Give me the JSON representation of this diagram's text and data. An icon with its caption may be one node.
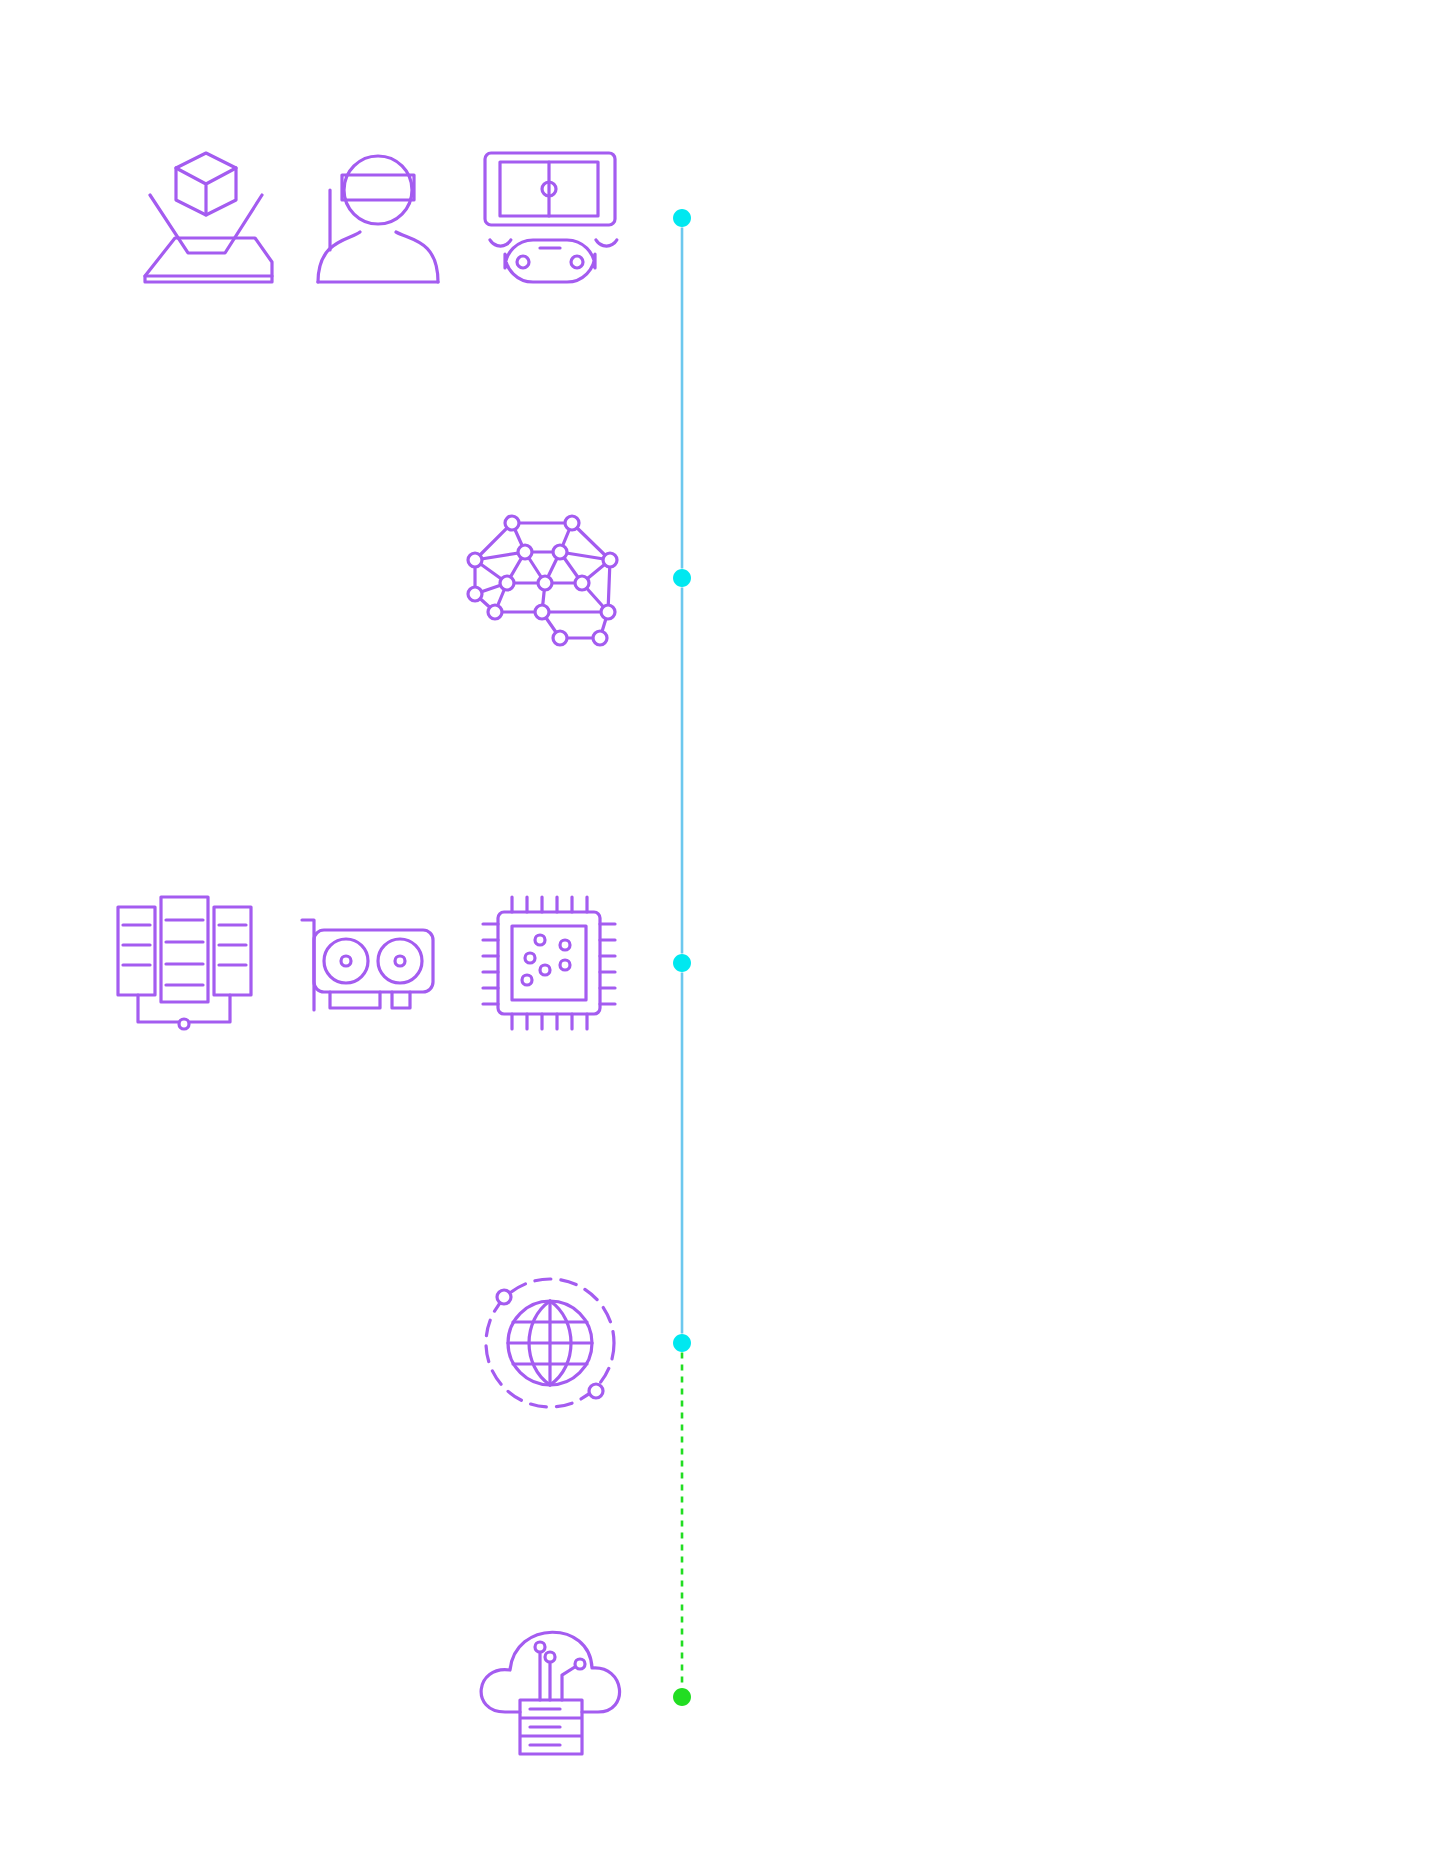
{
  "diagram": {
    "nodes": [
      {
        "text": [],
        "shape": "circle"
      },
      {
        "text": [],
        "shape": "circle"
      },
      {
        "text": [],
        "shape": "circle"
      },
      {
        "text": [],
        "shape": "circle"
      },
      {
        "text": [],
        "shape": "circle"
      }
    ],
    "edges": [
      {
        "from": 0,
        "to": 1,
        "arrow": "none"
      },
      {
        "from": 1,
        "to": 2,
        "arrow": "none"
      },
      {
        "from": 2,
        "to": 3,
        "arrow": "none"
      },
      {
        "from": 3,
        "to": 4,
        "arrow": "none",
        "style": "dashed",
        "color": "#22dd22"
      }
    ]
  }
}
